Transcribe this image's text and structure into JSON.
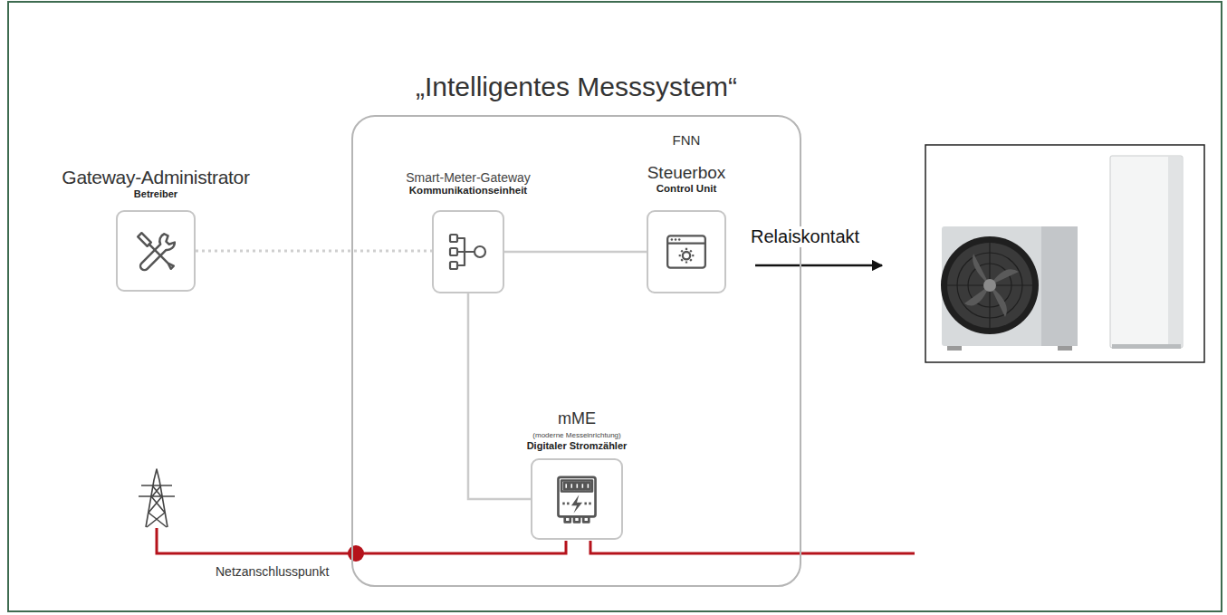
{
  "diagram": {
    "nodes": [
      {
        "text": [
          "„Intelligentes Messsystem“"
        ]
      },
      {
        "text": [
          "Gateway-Administrator",
          "Betreiber"
        ]
      },
      {
        "text": [
          "Smart-Meter-Gateway",
          "Kommunikationseinheit"
        ],
        "in": 0
      },
      {
        "text": [
          "FNN",
          "Steuerbox",
          "Control Unit"
        ],
        "in": 0
      },
      {
        "text": [
          "mME",
          "(moderne Messeinrichtung)",
          "Digitaler Stromzähler"
        ],
        "in": 0
      }
    ],
    "edges": [
      {
        "from": 1,
        "to": 2,
        "arrow": "none"
      },
      {
        "from": 2,
        "to": 3,
        "arrow": "none"
      },
      {
        "from": 2,
        "to": 4,
        "arrow": "none"
      }
    ],
    "labels": [
      "Relaiskontakt",
      "Netzanschlusspunkt"
    ]
  }
}
